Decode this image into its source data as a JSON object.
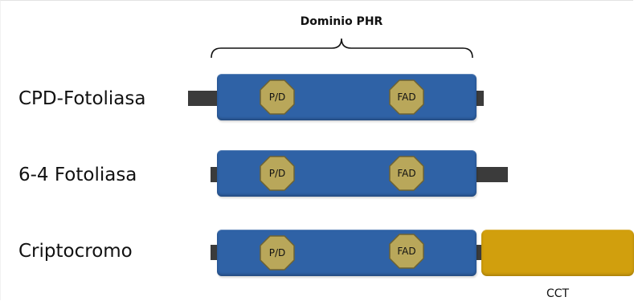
{
  "domain_label": "Dominio PHR",
  "rows": [
    {
      "name": "CPD-Fotoliasa",
      "motifs": [
        "P/D",
        "FAD"
      ]
    },
    {
      "name": "6-4 Fotoliasa",
      "motifs": [
        "P/D",
        "FAD"
      ]
    },
    {
      "name": "Criptocromo",
      "motifs": [
        "P/D",
        "FAD"
      ]
    }
  ],
  "cct_label": "CCT",
  "colors": {
    "phr_domain": "#2f62a6",
    "motif_hexagon": "#b9a75a",
    "terminal_tail": "#3b3b3b",
    "cct_domain": "#d19f0d"
  }
}
